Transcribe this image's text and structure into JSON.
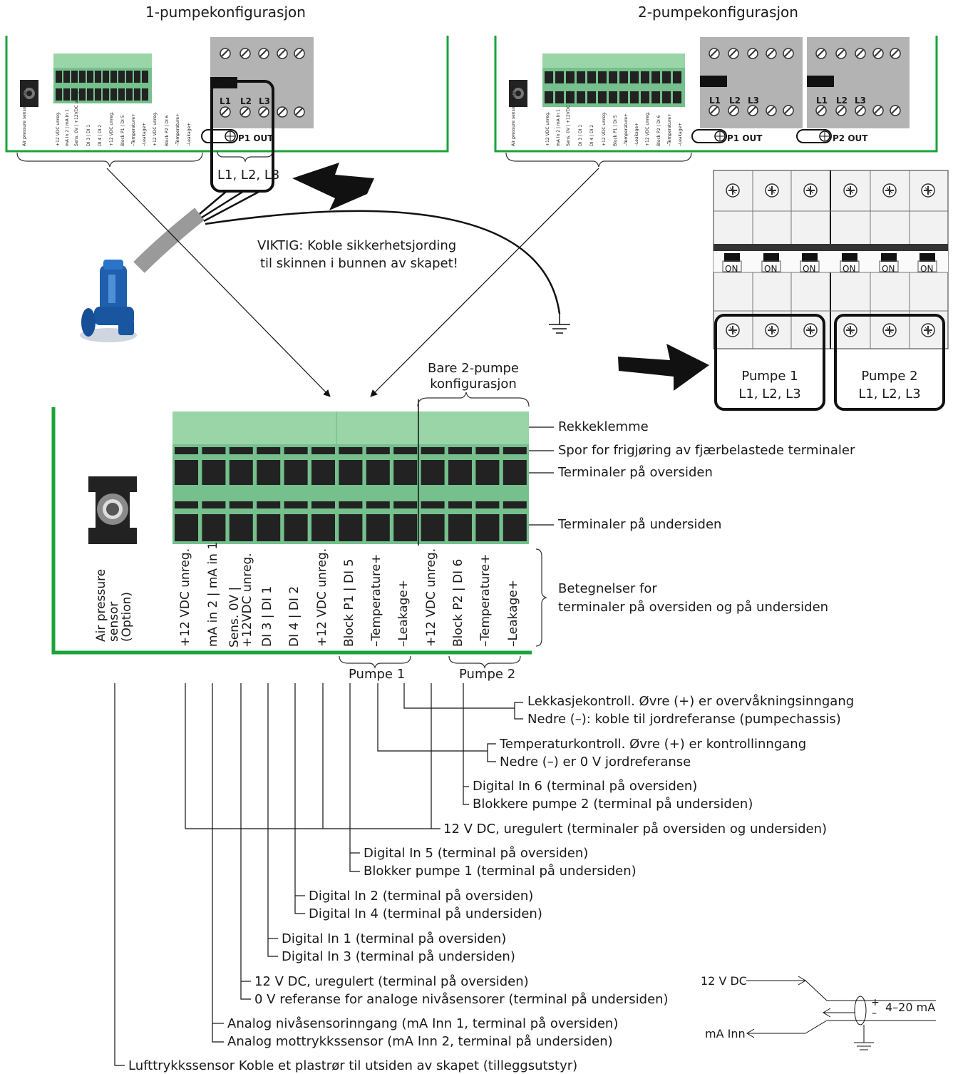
{
  "titles": {
    "one_pump": "1-pumpekonfigurasjon",
    "two_pump": "2-pumpekonfigurasjon"
  },
  "top_left": {
    "terminals": [
      "L1",
      "L2",
      "L3"
    ],
    "out_label": "P1 OUT",
    "callout": "L1, L2, L3"
  },
  "top_right": {
    "terminals_a": [
      "L1",
      "L2",
      "L3"
    ],
    "terminals_b": [
      "L1",
      "L2",
      "L3"
    ],
    "out_a": "P1 OUT",
    "out_b": "P2 OUT"
  },
  "warning": {
    "line1": "VIKTIG: Koble sikkerhetsjording",
    "line2": "til skinnen i bunnen av skapet!"
  },
  "breaker": {
    "switch_label": "ON",
    "pump1_line1": "Pumpe 1",
    "pump1_line2": "L1, L2, L3",
    "pump2_line1": "Pumpe 2",
    "pump2_line2": "L1, L2, L3"
  },
  "main": {
    "only_two_pump_line1": "Bare 2-pumpe",
    "only_two_pump_line2": "konfigurasjon",
    "sensor_label": "Air pressure sensor (Option)",
    "terminal_labels": [
      "+12 VDC unreg.",
      "mA in 2 | mA in 1",
      "Sens. 0V | +12VDC unreg.",
      "DI 3 | DI 1",
      "DI 4 | DI 2",
      "+12 VDC unreg.",
      "Block P1 | DI 5",
      "–Temperature+",
      "–Leakage+",
      "+12 VDC unreg.",
      "Block P2 | DI 6",
      "–Temperature+",
      "–Leakage+"
    ],
    "right_labels": [
      "Rekkeklemme",
      "Spor for frigjøring av fjærbelastede terminaler",
      "Terminaler på oversiden",
      "Terminaler på undersiden"
    ],
    "designations_line1": "Betegnelser for",
    "designations_line2": "terminaler på oversiden og på undersiden",
    "pump1": "Pumpe 1",
    "pump2": "Pumpe 2"
  },
  "legend": [
    "Lekkasjekontroll. Øvre (+) er overvåkningsinngang",
    "Nedre (–): koble til jordreferanse (pumpechassis)",
    "Temperaturkontroll. Øvre (+) er kontrollinngang",
    "Nedre (–) er 0 V jordreferanse",
    "Digital In 6 (terminal på oversiden)",
    "Blokkere pumpe 2 (terminal på undersiden)",
    "12 V DC, uregulert (terminaler på oversiden og undersiden)",
    "Digital In 5 (terminal på oversiden)",
    "Blokker pumpe 1 (terminal på undersiden)",
    "Digital In 2 (terminal på oversiden)",
    "Digital In 4 (terminal på undersiden)",
    "Digital In 1 (terminal på oversiden)",
    "Digital In 3 (terminal på undersiden)",
    "12 V DC, uregulert (terminal på oversiden)",
    "0 V referanse for analoge nivåsensorer (terminal på undersiden)",
    "Analog nivåsensorinngang (mA Inn 1, terminal på oversiden)",
    "Analog mottrykkssensor (mA Inn 2, terminal på undersiden)",
    "Lufttrykkssensor Koble et plastrør til utsiden av skapet (tilleggsutstyr)"
  ],
  "sensor_diagram": {
    "supply": "12 V DC",
    "input": "mA Inn",
    "range": "4–20 mA",
    "plus": "+",
    "minus": "–"
  }
}
